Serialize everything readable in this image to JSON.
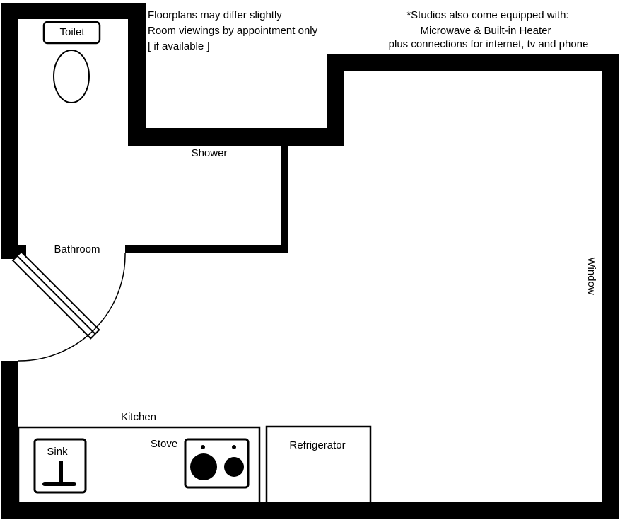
{
  "notes_left": [
    "Floorplans may differ slightly",
    "Room viewings by appointment only",
    "[ if available ]"
  ],
  "notes_right": [
    "*Studios also come equipped with:",
    "Microwave & Built-in Heater",
    "plus connections for internet, tv and phone"
  ],
  "labels": {
    "toilet": "Toilet",
    "shower": "Shower",
    "bathroom": "Bathroom",
    "window": "Window",
    "kitchen": "Kitchen",
    "sink": "Sink",
    "stove": "Stove",
    "refrigerator": "Refrigerator"
  },
  "colors": {
    "wall": "#000000",
    "background": "#ffffff"
  }
}
